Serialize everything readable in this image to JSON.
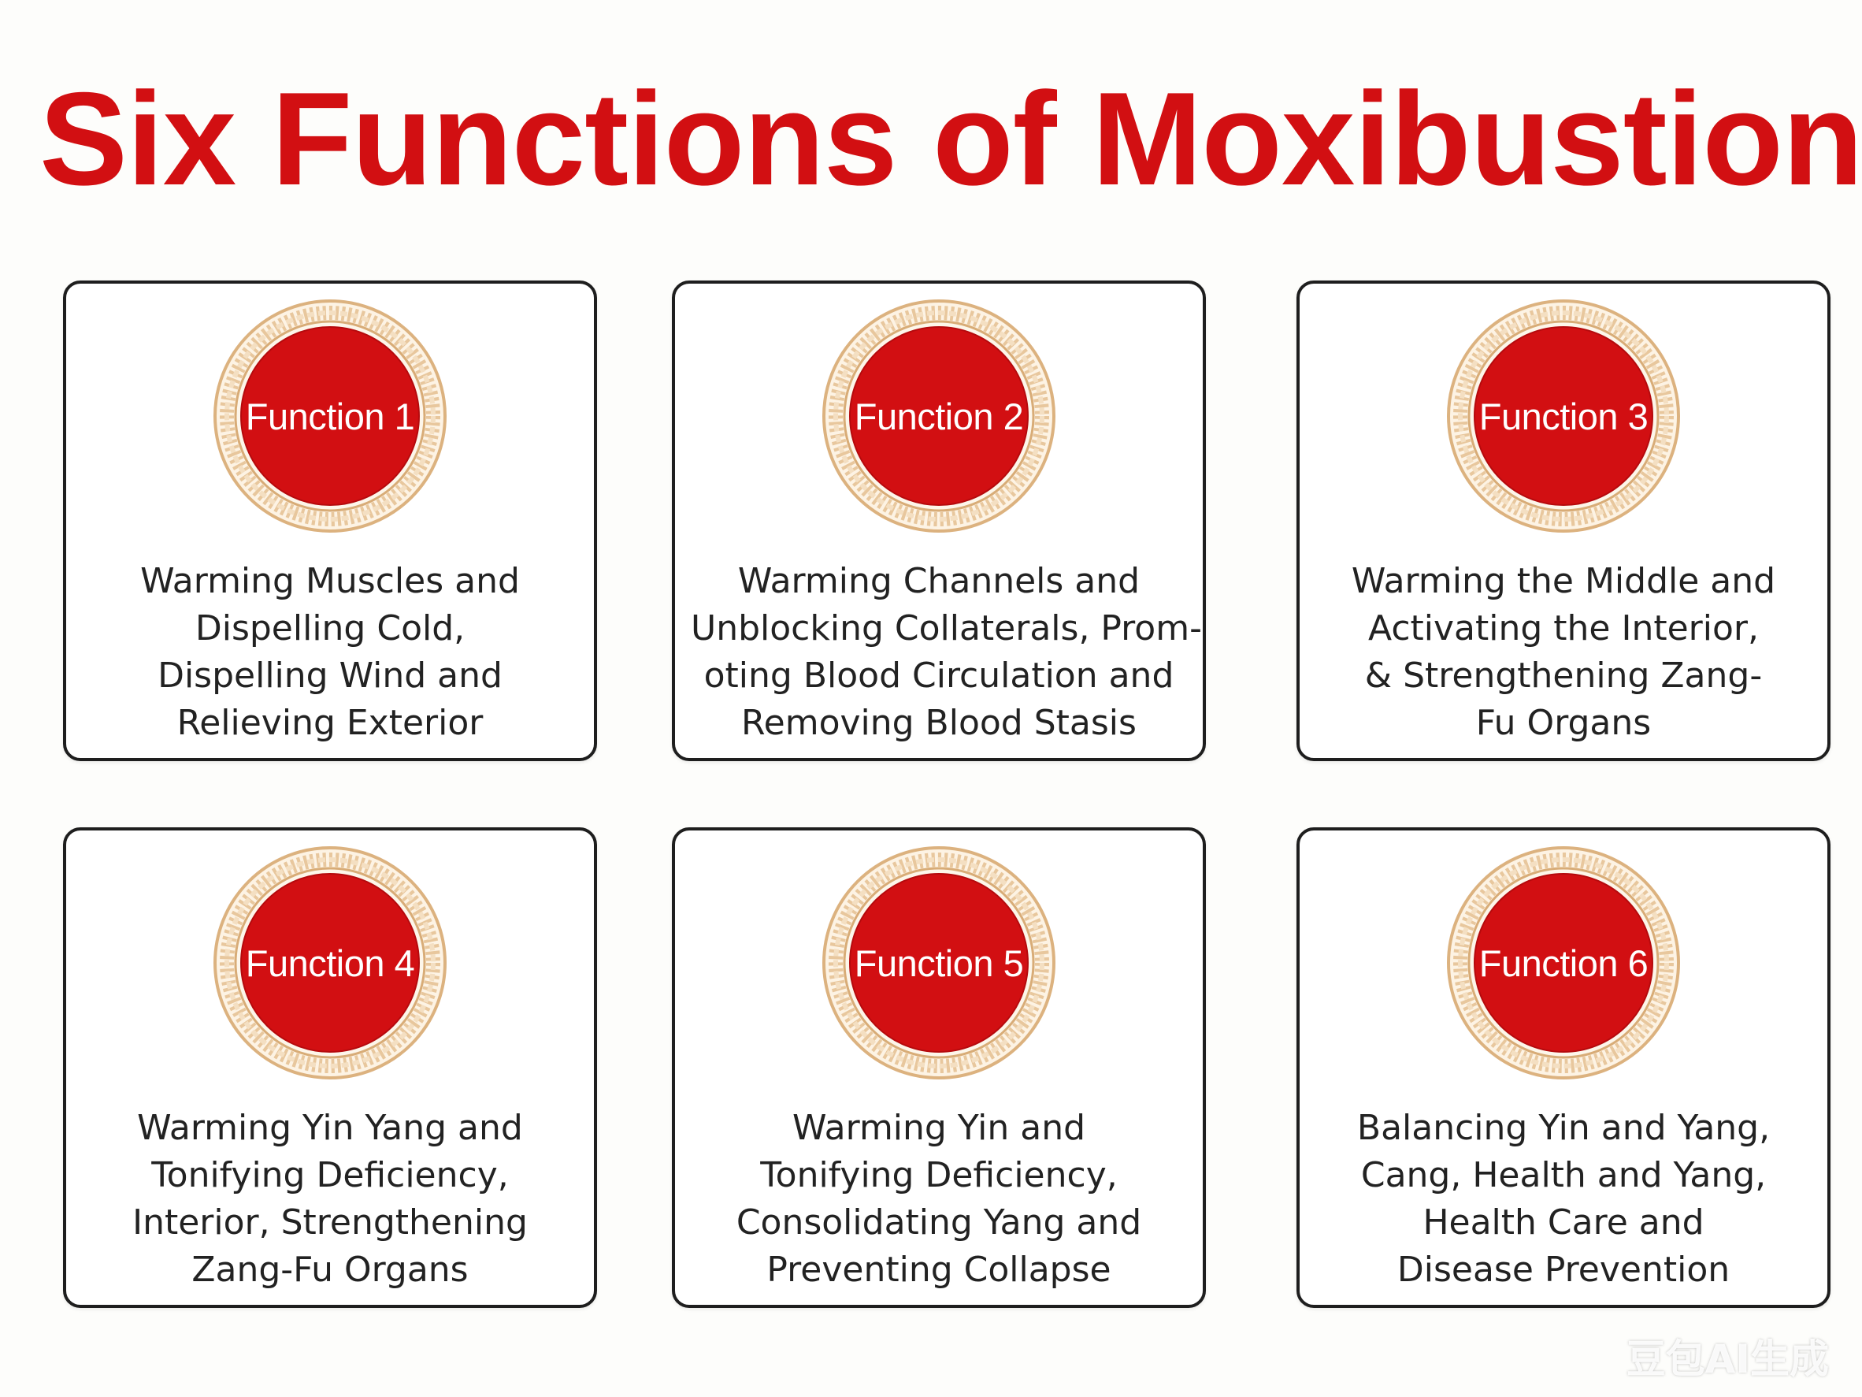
{
  "title": "Six Functions of Moxibustion",
  "colors": {
    "title_red": "#d20f12",
    "badge_red": "#d20f12",
    "badge_ring_gold": "#e7c49a",
    "card_border": "#1e1e1e",
    "text": "#222222"
  },
  "functions": [
    {
      "label": "Function 1",
      "lines": [
        "Warming Muscles and",
        "Dispelling Cold,",
        "Dispelling Wind and",
        "Relieving Exterior"
      ]
    },
    {
      "label": "Function 2",
      "lines": [
        "Warming Channels and",
        "Unblocking Collaterals, Prom-",
        "oting Blood Circulation and",
        "Removing Blood Stasis"
      ]
    },
    {
      "label": "Function 3",
      "lines": [
        "Warming the Middle and",
        "Activating the Interior,",
        "& Strengthening Zang-",
        "Fu Organs"
      ]
    },
    {
      "label": "Function 4",
      "lines": [
        "Warming Yin Yang and",
        "Tonifying Deficiency,",
        "Interior, Strengthening",
        "Zang-Fu Organs"
      ]
    },
    {
      "label": "Function 5",
      "lines": [
        "Warming Yin and",
        "Tonifying Deficiency,",
        "Consolidating Yang and",
        "Preventing Collapse"
      ]
    },
    {
      "label": "Function 6",
      "lines": [
        "Balancing Yin and Yang,",
        "Cang, Health and Yang,",
        "Health Care and",
        "Disease Prevention"
      ]
    }
  ],
  "watermark": "豆包AI生成"
}
